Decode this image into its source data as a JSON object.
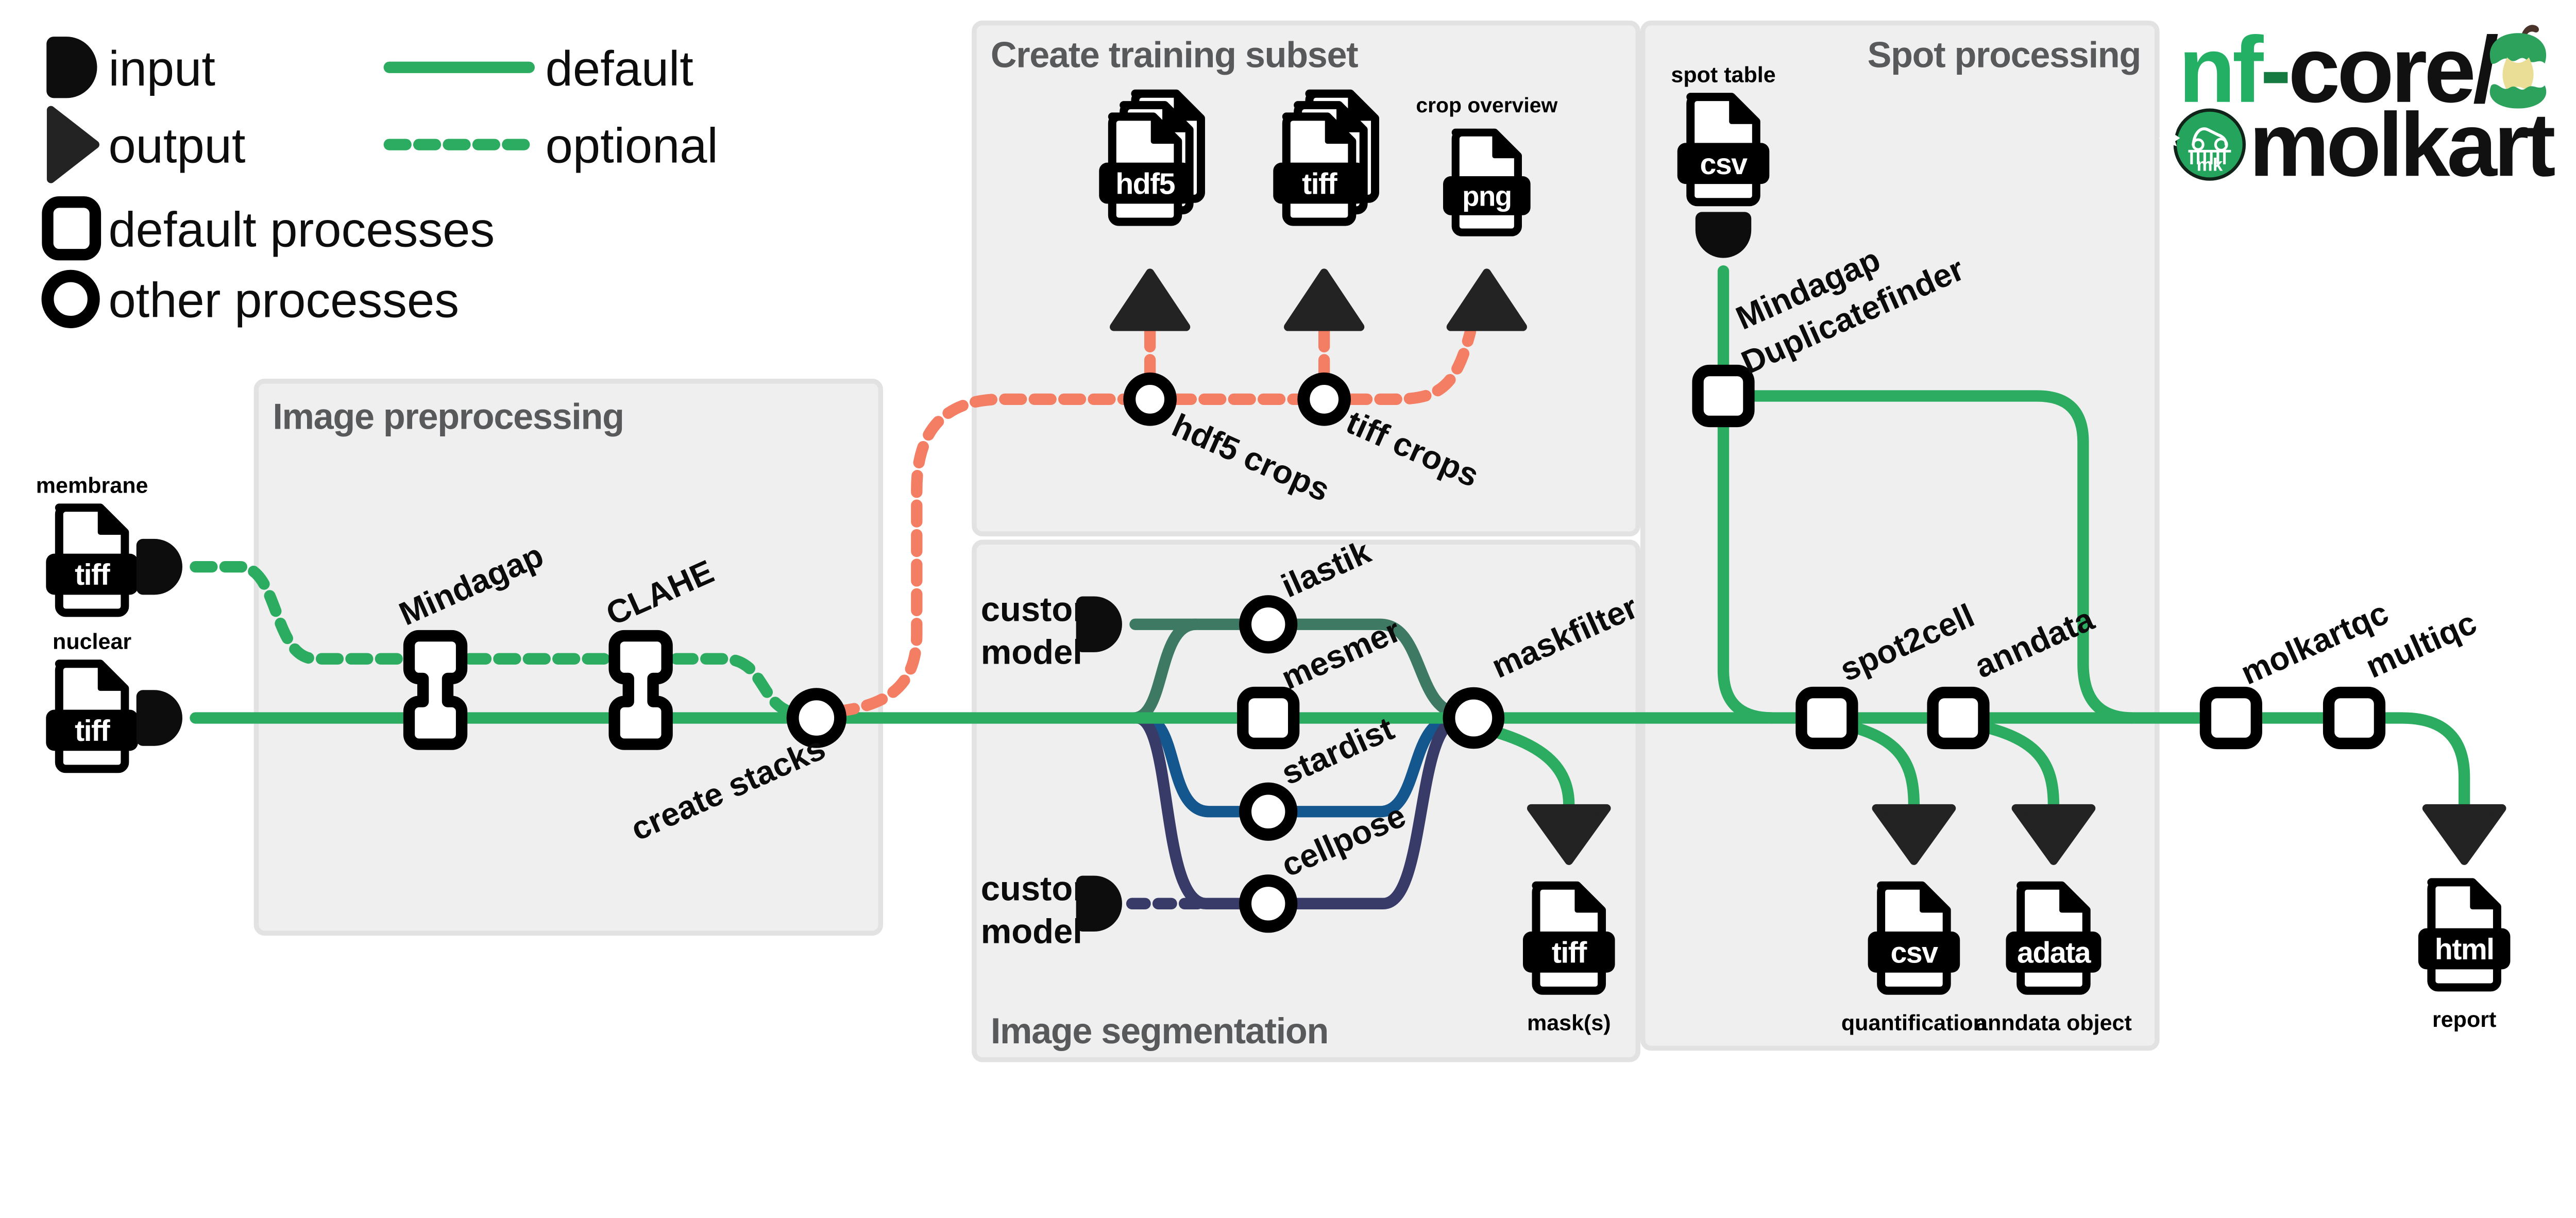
{
  "legend": {
    "input": "input",
    "output": "output",
    "default_line": "default",
    "optional_line": "optional",
    "default_processes": "default processes",
    "other_processes": "other processes"
  },
  "sections": {
    "preprocessing": "Image preprocessing",
    "training": "Create training subset",
    "segmentation": "Image segmentation",
    "spot": "Spot processing"
  },
  "inputs": {
    "membrane": "membrane",
    "membrane_ext": "tiff",
    "nuclear": "nuclear",
    "nuclear_ext": "tiff",
    "spot_table": "spot table",
    "spot_table_ext": "csv",
    "custom_model_line1": "custom",
    "custom_model_line2": "model"
  },
  "processes": {
    "mindagap": "Mindagap",
    "clahe": "CLAHE",
    "create_stacks": "create stacks",
    "hdf5_crops": "hdf5 crops",
    "tiff_crops": "tiff crops",
    "ilastik": "ilastik",
    "mesmer": "mesmer",
    "stardist": "stardist",
    "cellpose": "cellpose",
    "maskfilter": "maskfilter",
    "duplicatefinder_line1": "Mindagap",
    "duplicatefinder_line2": "Duplicatefinder",
    "spot2cell": "spot2cell",
    "anndata": "anndata",
    "molkartqc": "molkartqc",
    "multiqc": "multiqc"
  },
  "outputs": {
    "hdf5_ext": "hdf5",
    "tiff_ext": "tiff",
    "png_ext": "png",
    "crop_overview": "crop overview",
    "masks_ext": "tiff",
    "masks_label": "mask(s)",
    "quant_ext": "csv",
    "quant_label": "quantification",
    "adata_ext": "adata",
    "adata_label": "anndata object",
    "report_ext": "html",
    "report_label": "report"
  },
  "logo": {
    "nf": "nf",
    "dash": "-",
    "core": "core/",
    "molkart": "molkart",
    "mk": "mk"
  },
  "colors": {
    "green": "#2BAC60",
    "salmon": "#F37E63",
    "teal": "#3E7A63",
    "blue": "#14578F",
    "navy": "#383A68",
    "black": "#0d0d0d",
    "box_fill": "#efefef",
    "title_gray": "#58595b"
  }
}
